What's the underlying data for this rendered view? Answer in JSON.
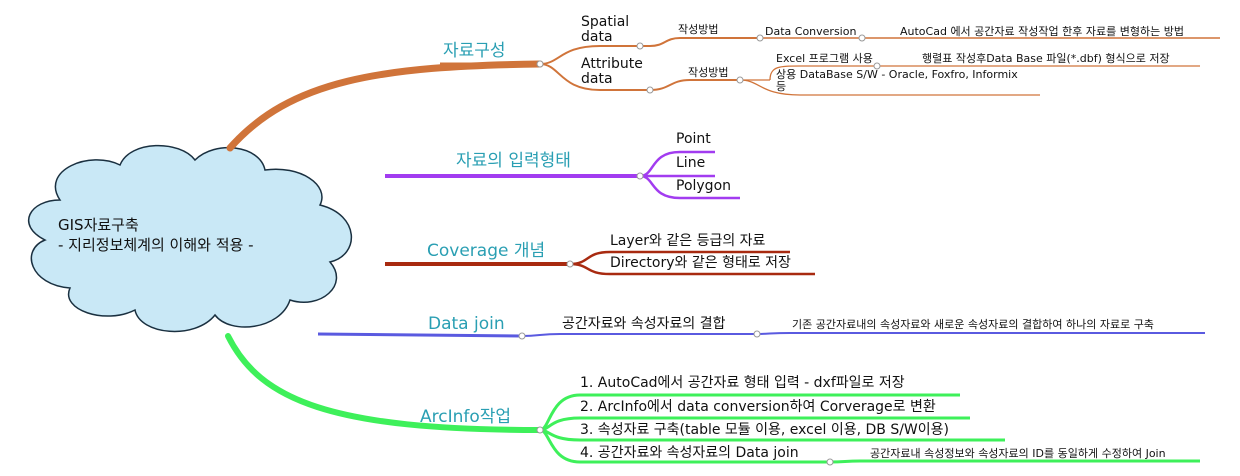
{
  "center": {
    "line1": "GIS자료구축",
    "line2": "- 지리정보체계의 이해와 적용 -"
  },
  "colors": {
    "orange": "#d0743a",
    "purple": "#a23cf0",
    "darkred": "#a82a10",
    "blue": "#5a5ae0",
    "green": "#3ef05a",
    "label": "#2a9fb3",
    "cloud": "#c9e8f6"
  },
  "branches": {
    "data_structure": {
      "label": "자료구성",
      "spatial": {
        "label_1": "Spatial",
        "label_2": "data",
        "method": "작성방법",
        "conversion": "Data Conversion",
        "note": "AutoCad 에서 공간자료 작성작업 한후 자료를 변형하는 방법"
      },
      "attribute": {
        "label_1": "Attribute",
        "label_2": "data",
        "method": "작성방법",
        "excel": "Excel 프로그램 사용",
        "excel_note": "행렬표 작성후Data Base 파일(*.dbf) 형식으로 저장",
        "dbms_1": "상용 DataBase S/W - Oracle, Foxfro, Informix",
        "dbms_2": "등"
      }
    },
    "input_type": {
      "label": "자료의 입력형태",
      "items": [
        "Point",
        "Line",
        "Polygon"
      ]
    },
    "coverage": {
      "label": "Coverage 개념",
      "items": [
        "Layer와 같은 등급의 자료",
        "Directory와 같은 형태로 저장"
      ]
    },
    "data_join": {
      "label": "Data join",
      "item": "공간자료와 속성자료의 결합",
      "note": "기존 공간자료내의 속성자료와 새로운 속성자료의 결합하여 하나의 자료로 구축"
    },
    "arcinfo": {
      "label": "ArcInfo작업",
      "items": [
        "1. AutoCad에서 공간자료 형태 입력 - dxf파일로 저장",
        "2. ArcInfo에서 data conversion하여 Corverage로 변환",
        "3. 속성자료 구축(table 모듈 이용, excel 이용, DB S/W이용)",
        "4. 공간자료와 속성자료의 Data join"
      ],
      "note": "공간자료내 속성정보와 속성자료의 ID를 동일하게 수정하여 Join"
    }
  }
}
